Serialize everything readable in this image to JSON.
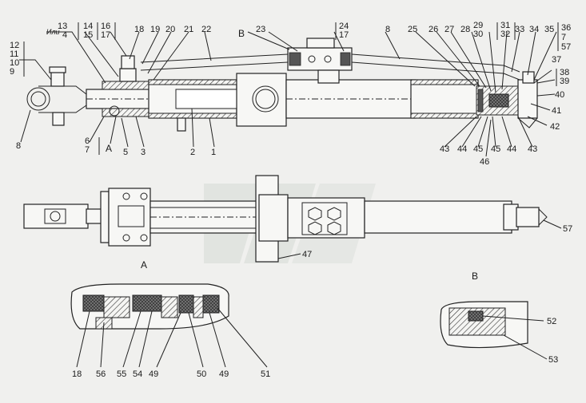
{
  "labels": {
    "ili": "Или",
    "n13": "13",
    "n4": "4",
    "n14": "14",
    "n15": "15",
    "n16": "16",
    "n17a": "17",
    "n18a": "18",
    "n19": "19",
    "n20": "20",
    "n21": "21",
    "n22": "22",
    "B_top": "В",
    "n23": "23",
    "n24": "24",
    "n17b": "17",
    "n8a": "8",
    "n25": "25",
    "n26": "26",
    "n27": "27",
    "n28": "28",
    "n29": "29",
    "n30": "30",
    "n31": "31",
    "n32": "32",
    "n33": "33",
    "n34": "34",
    "n35": "35",
    "n36": "36",
    "n7a": "7",
    "n57a": "57",
    "n12": "12",
    "n11": "11",
    "n10": "10",
    "n9": "9",
    "n37": "37",
    "n38": "38",
    "n39": "39",
    "n40": "40",
    "n41": "41",
    "n42": "42",
    "n8b": "8",
    "n6": "6",
    "n7b": "7",
    "A_top": "А",
    "n5": "5",
    "n3": "3",
    "n2": "2",
    "n1": "1",
    "n43a": "43",
    "n44a": "44",
    "n45a": "45",
    "n45b": "45",
    "n44b": "44",
    "n43b": "43",
    "n46": "46",
    "n57b": "57",
    "n47": "47",
    "A_view": "А",
    "B_view": "В",
    "n18b": "18",
    "n56": "56",
    "n55": "55",
    "n54": "54",
    "n49a": "49",
    "n50": "50",
    "n49b": "49",
    "n51": "51",
    "n52": "52",
    "n53": "53"
  }
}
